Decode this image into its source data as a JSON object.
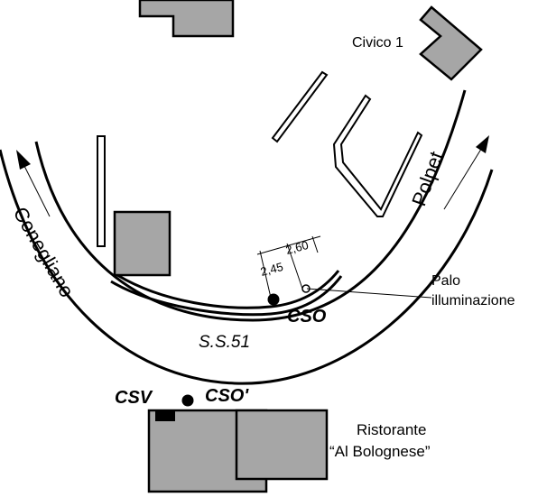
{
  "labels": {
    "civico": "Civico 1",
    "polpet": "Polpet",
    "conegliano": "Conegliano",
    "road": "S.S.51",
    "palo_line1": "Palo",
    "palo_line2": "illuminazione",
    "ristorante_line1": "Ristorante",
    "ristorante_line2": "“Al Bolognese”",
    "cso": "CSO",
    "cso_prime": "CSO'",
    "csv": "CSV",
    "dim_a": "2,45",
    "dim_b": "2,60"
  },
  "colors": {
    "building_fill": "#a6a6a6",
    "line": "#000000",
    "background": "#ffffff"
  }
}
